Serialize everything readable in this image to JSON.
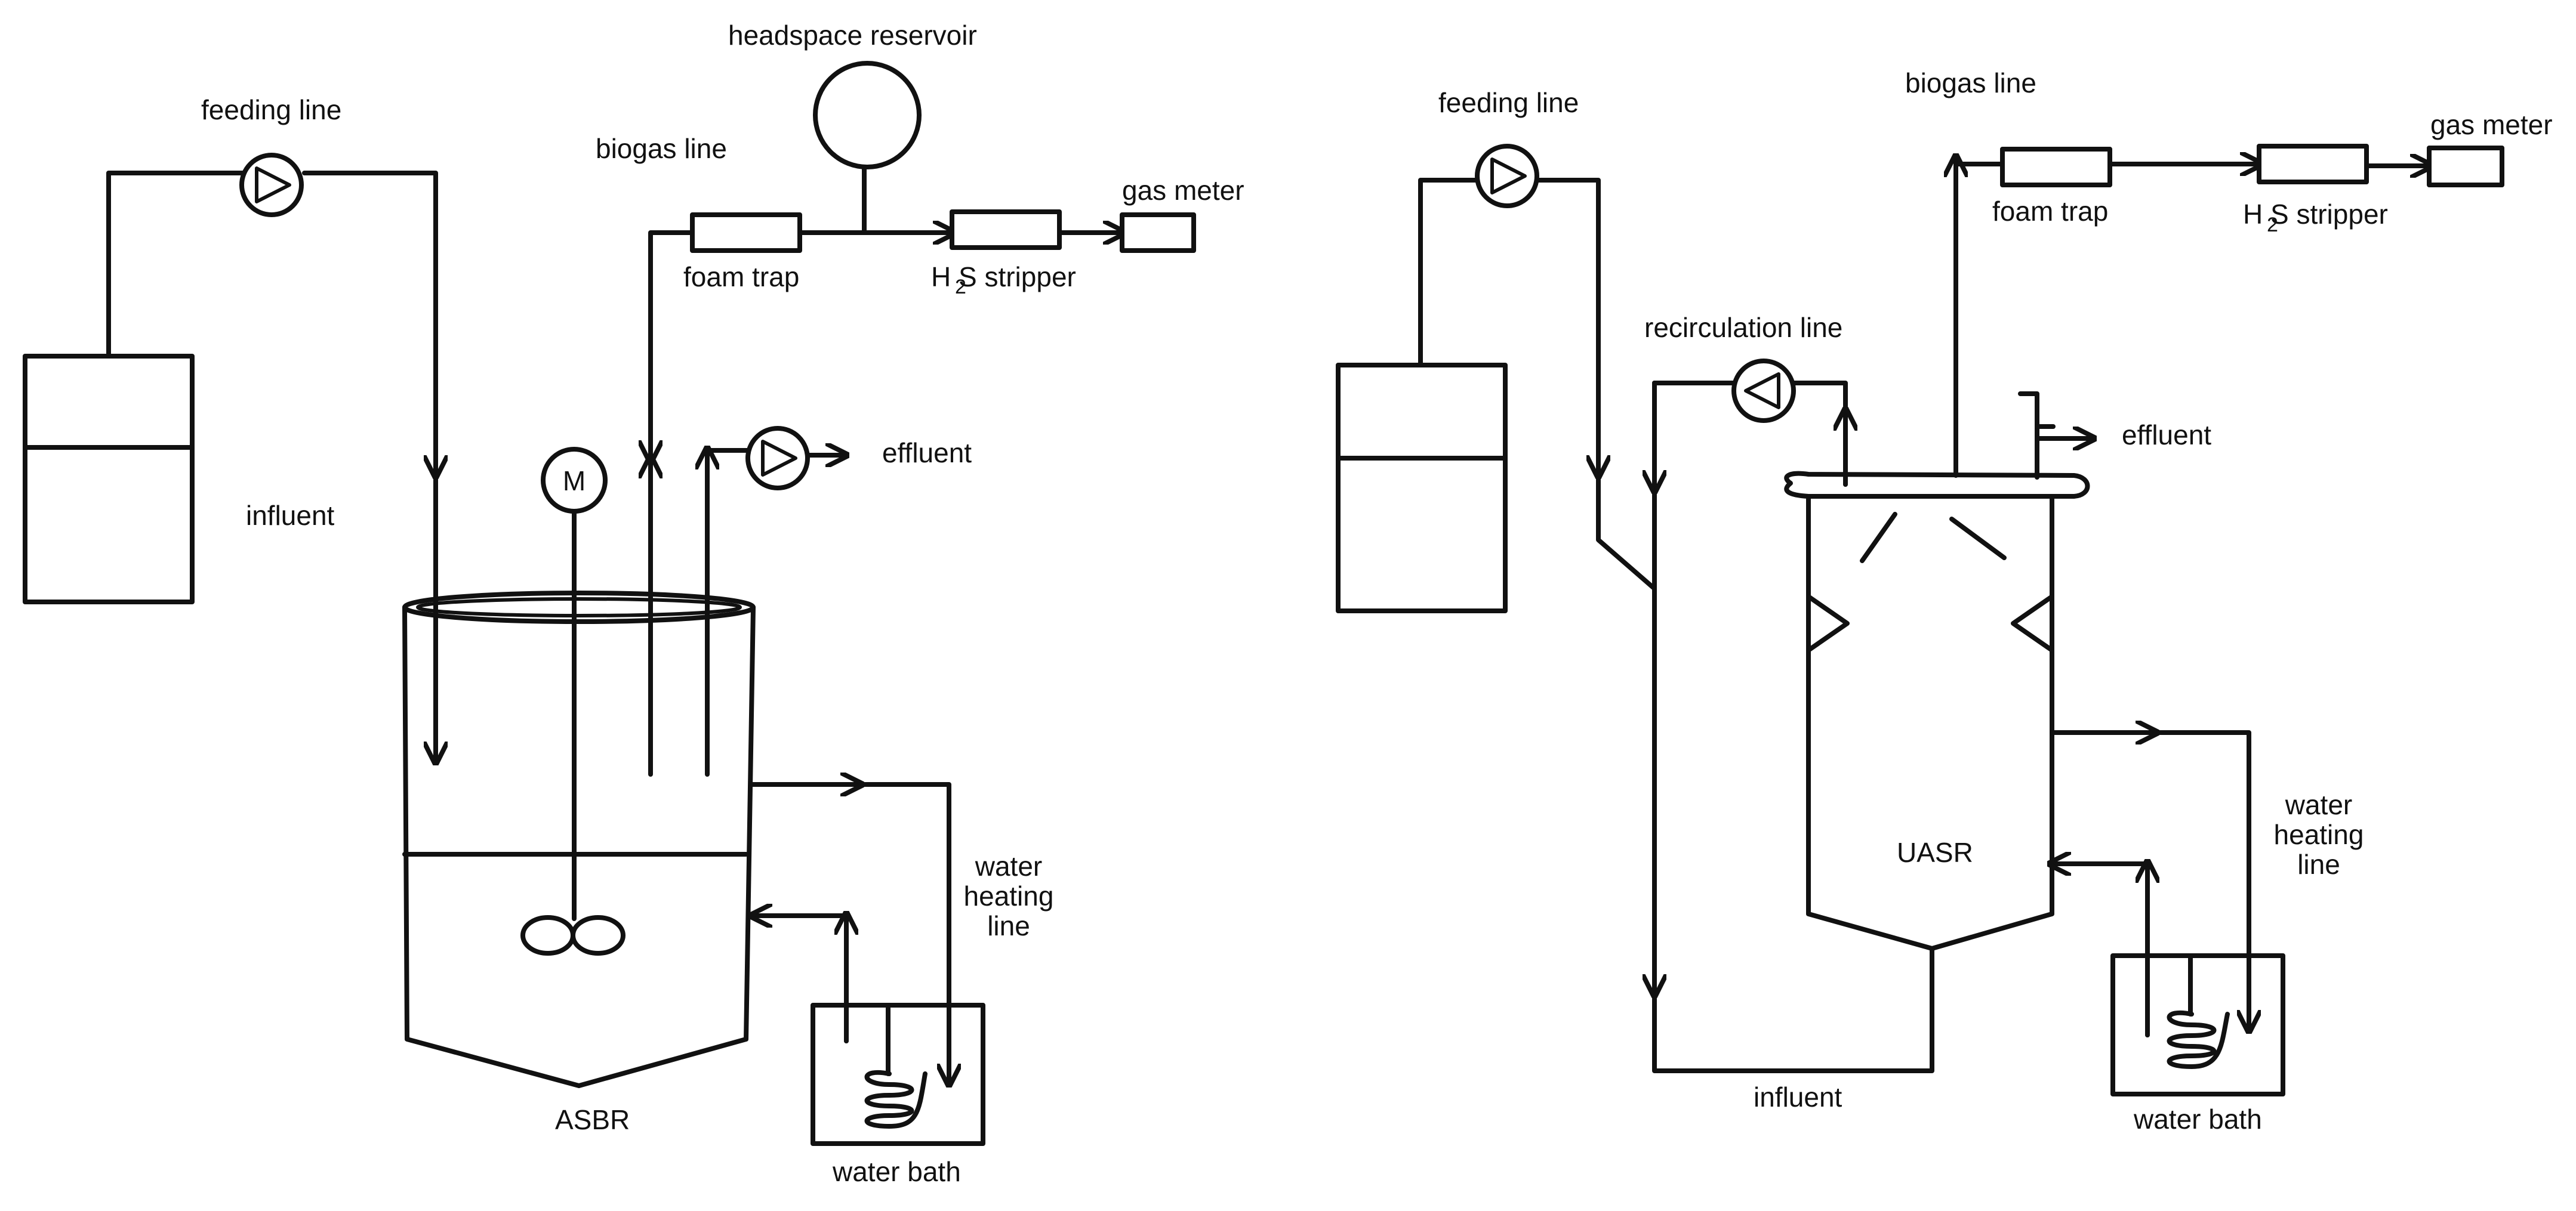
{
  "asbr": {
    "feeding_line": "feeding line",
    "influent": "influent",
    "biogas_line": "biogas line",
    "headspace_reservoir": "headspace reservoir",
    "foam_trap": "foam trap",
    "h2s_stripper": "H S stripper",
    "gas_meter": "gas meter",
    "effluent": "effluent",
    "motor_symbol": "M",
    "water_heating_line": [
      "water",
      "heating",
      "line"
    ],
    "reactor_label": "ASBR",
    "water_bath": "water bath"
  },
  "uasr": {
    "feeding_line": "feeding line",
    "biogas_line": "biogas line",
    "foam_trap": "foam trap",
    "h2s_stripper": "H S stripper",
    "gas_meter": "gas meter",
    "recirculation_line": "recirculation line",
    "effluent": "effluent",
    "reactor_label": "UASR",
    "water_heating_line": [
      "water",
      "heating",
      "line"
    ],
    "influent": "influent",
    "water_bath": "water bath"
  },
  "colors": {
    "line": "#111111",
    "background": "#ffffff"
  }
}
